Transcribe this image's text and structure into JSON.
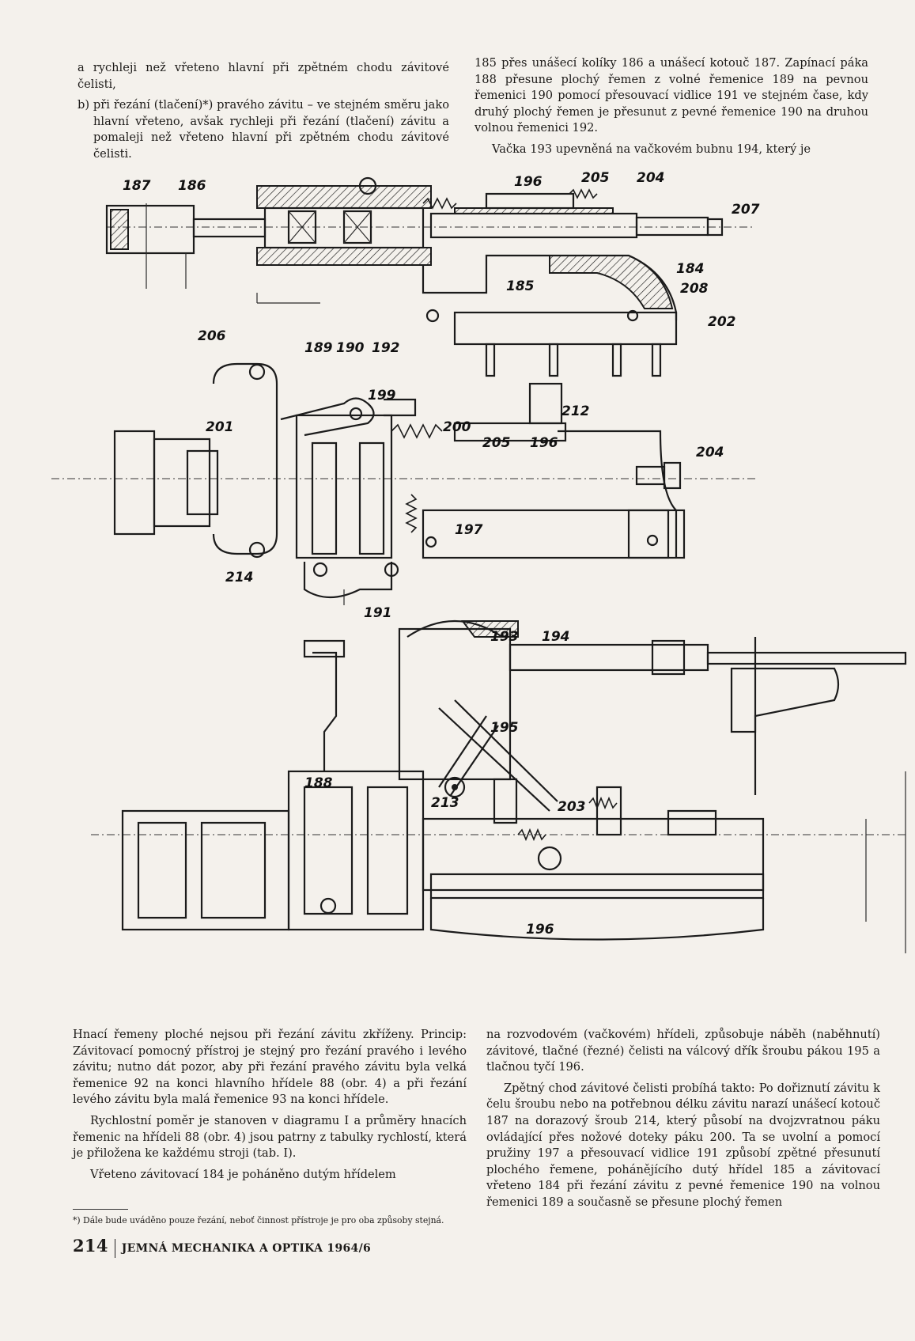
{
  "text": {
    "top_left": {
      "cont": "a rychleji než vřeteno hlavní při zpětném chodu závitové čelisti,",
      "item_b": "b) při řezání (tlačení)*) pravého závitu – ve stejném směru jako hlavní vřeteno, avšak rychleji při řezání (tlačení) závitu a pomaleji než vřeteno hlavní při zpětném chodu závitové čelisti."
    },
    "top_right": {
      "p1": "185 přes unášecí kolíky 186 a unášecí kotouč 187. Zapínací páka 188 přesune plochý řemen z volné řemenice 189 na pevnou řemenici 190 pomocí přesouvací vidlice 191 ve stejném čase, kdy druhý plochý řemen je přesunut z pevné řemenice 190 na druhou volnou řemenici 192.",
      "p2": "Vačka 193 upevněná na vačkovém bubnu 194, který je"
    },
    "bottom_left": {
      "p1": "Hnací řemeny ploché nejsou při řezání závitu zkříženy. Princip: Závitovací pomocný přístroj je stejný pro řezání pravého i levého závitu; nutno dát pozor, aby při řezání pravého závitu byla velká řemenice 92 na konci hlavního hřídele 88 (obr. 4) a při řezání levého závitu byla malá řemenice 93 na konci hřídele.",
      "p2": "Rychlostní poměr je stanoven v diagramu I a průměry hnacích řemenic na hřídeli 88 (obr. 4) jsou patrny z tabulky rychlostí, která je přiložena ke každému stroji (tab. I).",
      "p3": "Vřeteno závitovací 184 je poháněno dutým hřídelem"
    },
    "bottom_right": {
      "p1": "na rozvodovém (vačkovém) hřídeli, způsobuje náběh (naběhnutí) závitové, tlačné (řezné) čelisti na válcový dřík šroubu pákou 195 a tlačnou tyčí 196.",
      "p2": "Zpětný chod závitové čelisti probíhá takto: Po dořiznutí závitu k čelu šroubu nebo na potřebnou délku závitu narazí unášecí kotouč 187 na dorazový šroub 214, který působí na dvojzvratnou páku ovládající přes nožové doteky páku 200. Ta se uvolní a pomocí pružiny 197 a přesouvací vidlice 191 způsobí zpětné přesunutí plochého řemene, pohánějícího dutý hřídel 185 a závitovací vřeteno 184 při řezání závitu z pevné řemenice 190 na volnou řemenici 189 a současně se přesune plochý řemen"
    },
    "footnote": "*) Dále bude uváděno pouze řezání, neboť činnost přístroje je pro oba způsoby stejná.",
    "footer": {
      "page_number": "214",
      "journal": "JEMNÁ MECHANIKA A OPTIKA 1964/6"
    }
  },
  "figure": {
    "labels": {
      "l187": "187",
      "l186": "186",
      "l196a": "196",
      "l205a": "205",
      "l204a": "204",
      "l207": "207",
      "l184": "184",
      "l185": "185",
      "l208": "208",
      "l202": "202",
      "l206": "206",
      "l189": "189",
      "l190": "190",
      "l192": "192",
      "l199": "199",
      "l201": "201",
      "l200": "200",
      "l212": "212",
      "l205b": "205",
      "l196b": "196",
      "l204b": "204",
      "l197": "197",
      "l214": "214",
      "l191": "191",
      "l193": "193",
      "l194": "194",
      "l195": "195",
      "l188": "188",
      "l213": "213",
      "l203": "203",
      "l196c": "196"
    }
  }
}
